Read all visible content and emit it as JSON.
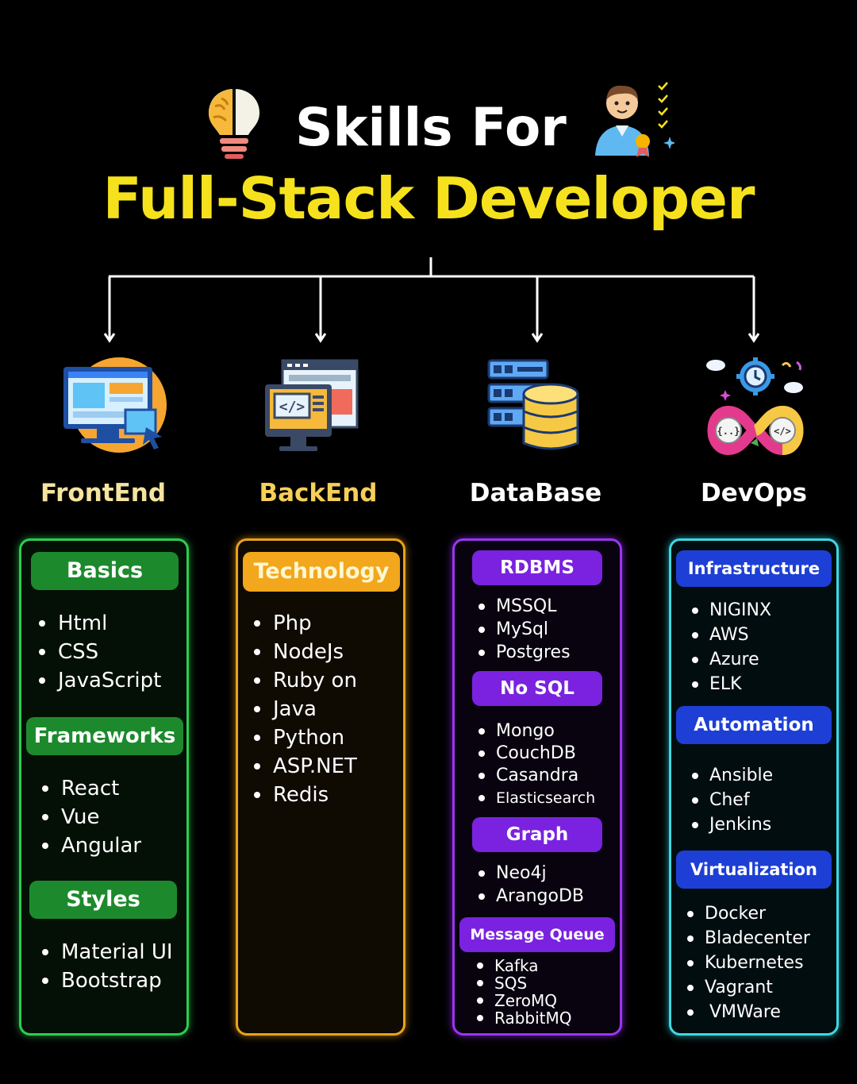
{
  "title": {
    "line1": "Skills For",
    "line2": "Full-Stack Developer"
  },
  "icons": {
    "title_left": "lightbulb-brain-icon",
    "title_right": "developer-person-icon"
  },
  "categories": [
    {
      "label": "FrontEnd",
      "icon": "monitor-ui-icon",
      "color": "#f4e4a0",
      "border": "#22c55e",
      "sections": [
        {
          "heading": "Basics",
          "items": [
            "Html",
            "CSS",
            "JavaScript"
          ]
        },
        {
          "heading": "Frameworks",
          "items": [
            "React",
            "Vue",
            "Angular"
          ]
        },
        {
          "heading": "Styles",
          "items": [
            "Material UI",
            "Bootstrap"
          ]
        }
      ]
    },
    {
      "label": "BackEnd",
      "icon": "code-monitor-icon",
      "color": "#f6cf5a",
      "border": "#f59e0b",
      "sections": [
        {
          "heading": "Technology",
          "items": [
            "Php",
            "NodeJs",
            "Ruby on",
            "Java",
            "Python",
            "ASP.NET",
            "Redis"
          ]
        }
      ]
    },
    {
      "label": "DataBase",
      "icon": "database-server-icon",
      "color": "#ffffff",
      "border": "#9333ea",
      "sections": [
        {
          "heading": "RDBMS",
          "items": [
            "MSSQL",
            "MySql",
            "Postgres"
          ]
        },
        {
          "heading": "No SQL",
          "items": [
            "Mongo",
            "CouchDB",
            "Casandra",
            "Elasticsearch"
          ]
        },
        {
          "heading": "Graph",
          "items": [
            "Neo4j",
            "ArangoDB"
          ]
        },
        {
          "heading": "Message Queue",
          "items": [
            "Kafka",
            "SQS",
            "ZeroMQ",
            "RabbitMQ"
          ]
        }
      ]
    },
    {
      "label": "DevOps",
      "icon": "devops-infinity-icon",
      "color": "#ffffff",
      "border": "#38d6e0",
      "sections": [
        {
          "heading": "Infrastructure",
          "items": [
            "NIGINX",
            "AWS",
            "Azure",
            "ELK"
          ]
        },
        {
          "heading": "Automation",
          "items": [
            "Ansible",
            "Chef",
            "Jenkins"
          ]
        },
        {
          "heading": "Virtualization",
          "items": [
            "Docker",
            "Bladecenter",
            "Kubernetes",
            "Vagrant",
            "VMWare"
          ]
        }
      ]
    }
  ]
}
